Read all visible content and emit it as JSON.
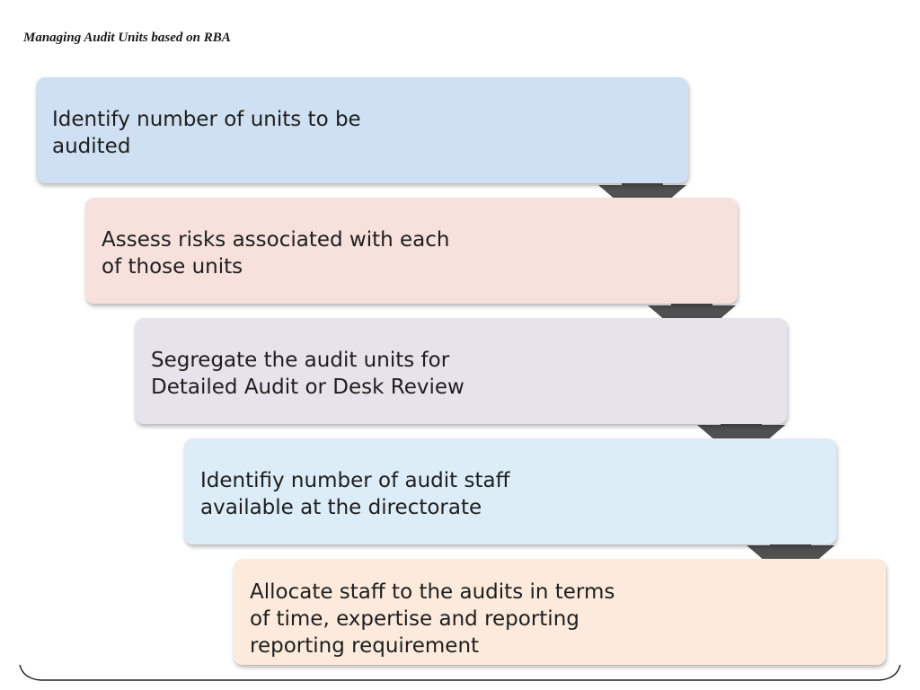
{
  "title": "Managing Audit Units based on RBA",
  "steps": [
    {
      "label": "Identify number of units  to be\naudited",
      "color": "#cfe0f2"
    },
    {
      "label": "Assess risks associated with each\nof those units",
      "color": "#f6e1dc"
    },
    {
      "label": "Segregate the audit units for\nDetailed Audit or Desk Review",
      "color": "#e6e3ea"
    },
    {
      "label": "Identifiy number of audit staff\navailable at the directorate",
      "color": "#dcedf7"
    },
    {
      "label": "Allocate staff to the audits in terms\nof time, expertise and reporting\nreporting requirement",
      "color": "#fcebdc"
    }
  ],
  "arrow_color": "#505050",
  "arrow_icon": "down-arrow-icon"
}
